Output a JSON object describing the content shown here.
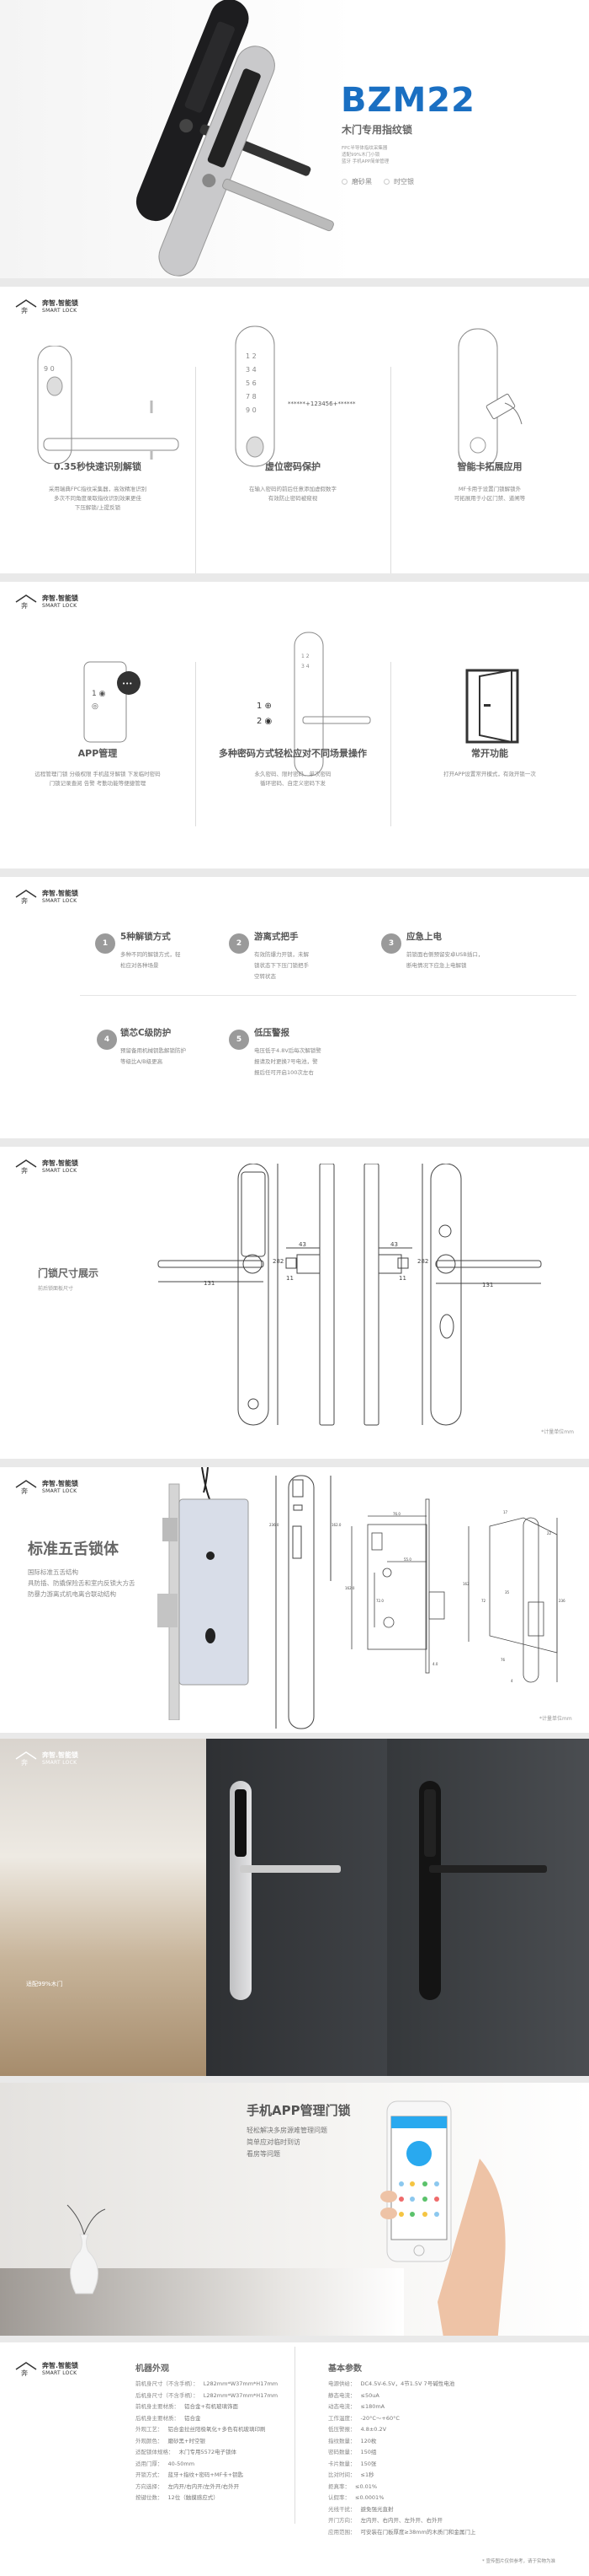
{
  "brand": {
    "name_cn": "奔智.智能锁",
    "name_en": "SMART LOCK"
  },
  "hero": {
    "model": "BZM22",
    "subtitle": "木门专用指纹锁",
    "bullets": [
      "FPC半导体指纹采集器",
      "适配99%木门小锁",
      "蓝牙 手机APP简单管理"
    ],
    "colors": [
      {
        "label": "磨砂黑",
        "selected": false
      },
      {
        "label": "时空银",
        "selected": false
      }
    ],
    "accent": "#1a6fc2"
  },
  "features1": [
    {
      "title": "0.35秒快速识别解锁",
      "desc": [
        "采用瑞典FPC指纹采集器，高效精准识别",
        "多次不同角度录取指纹识别效果更佳",
        "下压解锁/上提反锁"
      ]
    },
    {
      "title": "虚位密码保护",
      "desc": [
        "在输入密码的前后任意添加虚假数字",
        "有效防止密码被窥视"
      ],
      "sample": "******+123456+******"
    },
    {
      "title": "智能卡拓展应用",
      "desc": [
        "MF卡用于设置门锁解锁外",
        "可拓展用于小区门禁、道闸等"
      ]
    }
  ],
  "features2": [
    {
      "title": "APP管理",
      "desc": [
        "远程管理门锁 分级权限 手机蓝牙解锁 下发临时密码",
        "门锁记录查阅 告警 考勤功能等便捷管理"
      ]
    },
    {
      "title": "多种密码方式轻松应对不同场景操作",
      "desc": [
        "永久密码、限时密码、单次密码",
        "循环密码、自定义密码下发"
      ]
    },
    {
      "title": "常开功能",
      "desc": [
        "打开APP设置常开模式，有效开锁一次"
      ]
    }
  ],
  "highlights": [
    {
      "num": "1",
      "title": "5种解锁方式",
      "desc": [
        "多种不同的解锁方式，轻",
        "松应对各种场景"
      ]
    },
    {
      "num": "2",
      "title": "游离式把手",
      "desc": [
        "有效防爆力开锁，未解",
        "锁状态下下压门锁把手",
        "空转状态"
      ]
    },
    {
      "num": "3",
      "title": "应急上电",
      "desc": [
        "前锁面右侧预留安卓USB插口，",
        "断电情况下应急上电解锁"
      ]
    },
    {
      "num": "4",
      "title": "锁芯C级防护",
      "desc": [
        "预留备用机械钥匙解锁防护",
        "等级比A/B级更高"
      ]
    },
    {
      "num": "5",
      "title": "低压警报",
      "desc": [
        "电压低于4.8V后每次解锁警",
        "报请及时更换7号电池，警",
        "报后任可开启100次左右"
      ]
    }
  ],
  "dimensions": {
    "title": "门锁尺寸展示",
    "subtitle": "前后锁面板尺寸",
    "labels": {
      "height": "282",
      "handle": "131",
      "depth": "43",
      "spindle": "11"
    },
    "unit_note": "*计量单位mm"
  },
  "lockbody": {
    "title": "标准五舌锁体",
    "desc": [
      "国际标准五舌结构",
      "具防插、防撬保险舌和室内反锁大方舌",
      "防暴力游离式机电离合联动结构"
    ],
    "labels": {
      "side_h1": "236.0",
      "side_h2": "162.0",
      "w": "76.0",
      "d1": "55.0",
      "d2": "72.0",
      "t": "4.0",
      "p1": "17",
      "p2": "22",
      "p3": "162",
      "p4": "72",
      "p5": "35",
      "p6": "76",
      "p7": "236",
      "p8": "4"
    },
    "unit_note": "*计量单位mm"
  },
  "photo": {
    "caption": "适配99%木门"
  },
  "app": {
    "title": "手机APP管理门锁",
    "desc": [
      "轻松解决多房源难管理问题",
      "简单应对临时到访",
      "看房等问题"
    ],
    "phone_color": "#29a9ef"
  },
  "specs": {
    "appearance": {
      "title": "机器外观",
      "rows": [
        {
          "k": "前机身尺寸（不含手柄）：",
          "v": "L282mm*W37mm*H17mm"
        },
        {
          "k": "后机身尺寸（不含手柄）：",
          "v": "L282mm*W37mm*H17mm"
        },
        {
          "k": "前机身主要材质：",
          "v": "铝合金+有机玻璃饰面"
        },
        {
          "k": "后机身主要材质：",
          "v": "铝合金"
        },
        {
          "k": "外观工艺：",
          "v": "铝合金拉丝阳极氧化+多色有机玻璃印刷"
        },
        {
          "k": "外观颜色：",
          "v": "磨砂黑+时空银"
        },
        {
          "k": "适配锁体规格：",
          "v": "木门专用5572电子锁体"
        },
        {
          "k": "适用门厚：",
          "v": "40-50mm"
        },
        {
          "k": "开锁方式：",
          "v": "蓝牙+指纹+密码+MF卡+钥匙"
        },
        {
          "k": "方向选择：",
          "v": "左内开/右内开/左外开/右外开"
        },
        {
          "k": "按键位数：",
          "v": "12位（触摸感应式）"
        }
      ]
    },
    "basic": {
      "title": "基本参数",
      "rows": [
        {
          "k": "电源供给：",
          "v": "DC4.5V-6.5V，4节1.5V 7号碱性电池"
        },
        {
          "k": "静态电流：",
          "v": "≤50uA"
        },
        {
          "k": "动态电流：",
          "v": "≤180mA"
        },
        {
          "k": "工作温度：",
          "v": "-20°C～+60°C"
        },
        {
          "k": "低压警报：",
          "v": "4.8±0.2V"
        },
        {
          "k": "指纹数量：",
          "v": "120枚"
        },
        {
          "k": "密码数量：",
          "v": "150组"
        },
        {
          "k": "卡片数量：",
          "v": "150张"
        },
        {
          "k": "比对时间：",
          "v": "≤1秒"
        },
        {
          "k": "拒真率：",
          "v": "≤0.01%"
        },
        {
          "k": "认假率：",
          "v": "≤0.0001%"
        },
        {
          "k": "光线干扰：",
          "v": "避免强光直射"
        },
        {
          "k": "开门方向：",
          "v": "左内开、右内开、左外开、右外开"
        },
        {
          "k": "应用范围：",
          "v": "可安装在门板厚度≥38mm的木质门和金属门上"
        }
      ]
    },
    "disclaimer": "* 宣传图片仅供参考，请于实物为准"
  }
}
